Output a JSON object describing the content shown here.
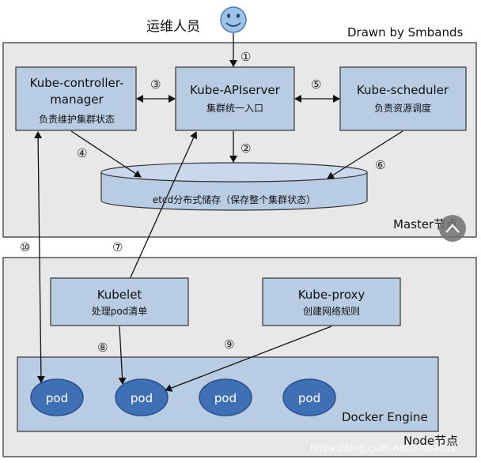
{
  "operator": {
    "label": "运维人员"
  },
  "credit": "Drawn by Smbands",
  "master": {
    "label": "Master节点",
    "controller": {
      "title_line1": "Kube-controller-",
      "title_line2": "manager",
      "desc": "负责维护集群状态"
    },
    "apiserver": {
      "title": "Kube-APIserver",
      "desc": "集群统一入口"
    },
    "scheduler": {
      "title": "Kube-scheduler",
      "desc": "负责资源调度"
    },
    "etcd": {
      "label": "etcd分布式储存（保存整个集群状态）"
    }
  },
  "node": {
    "label": "Node节点",
    "kubelet": {
      "title": "Kubelet",
      "desc": "处理pod清单"
    },
    "proxy": {
      "title": "Kube-proxy",
      "desc": "创建网络规则"
    },
    "docker": {
      "label": "Docker Engine"
    },
    "pods": [
      "pod",
      "pod",
      "pod",
      "pod"
    ]
  },
  "steps": [
    "①",
    "②",
    "③",
    "④",
    "⑤",
    "⑥",
    "⑦",
    "⑧",
    "⑨",
    "⑩"
  ],
  "watermark": "https://blog.csdn.net/Smbands",
  "colors": {
    "panel": "#e8e8e8",
    "box": "#b8cce4",
    "pod": "#3f6fb5",
    "pod_edge": "#2a4f8a",
    "face": "#9dc3e6"
  }
}
